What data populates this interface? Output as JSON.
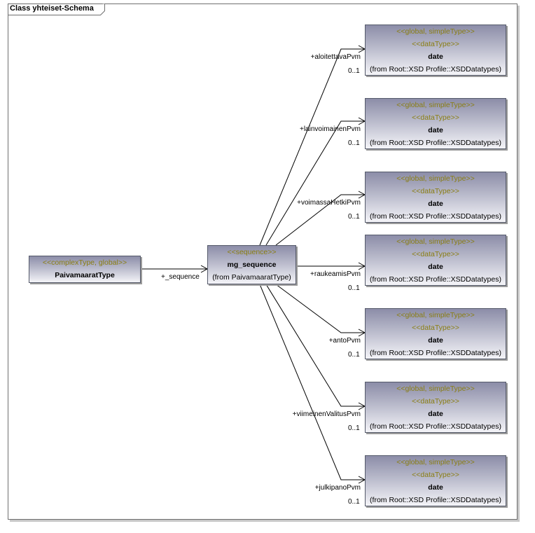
{
  "frame": {
    "title": "Class yhteiset-Schema"
  },
  "classes": {
    "paivamaarat": {
      "stereotype": "<<complexType, global>>",
      "name": "PaivamaaratType"
    },
    "sequence": {
      "stereotype": "<<sequence>>",
      "name": "mg_sequence",
      "from": "(from PaivamaaratType)"
    },
    "date": {
      "stereotype1": "<<global, simpleType>>",
      "stereotype2": "<<dataType>>",
      "name": "date",
      "from": "(from Root::XSD Profile::XSDDatatypes)"
    }
  },
  "sequence_link": {
    "role": "+_sequence"
  },
  "associations": [
    {
      "role": "+aloitettavaPvm",
      "multiplicity": "0..1"
    },
    {
      "role": "+lainvoimainenPvm",
      "multiplicity": "0..1"
    },
    {
      "role": "+voimassaHetkiPvm",
      "multiplicity": "0..1"
    },
    {
      "role": "+raukeamisPvm",
      "multiplicity": "0..1"
    },
    {
      "role": "+antoPvm",
      "multiplicity": "0..1"
    },
    {
      "role": "+viimeinenValitusPvm",
      "multiplicity": "0..1"
    },
    {
      "role": "+julkipanoPvm",
      "multiplicity": "0..1"
    }
  ]
}
